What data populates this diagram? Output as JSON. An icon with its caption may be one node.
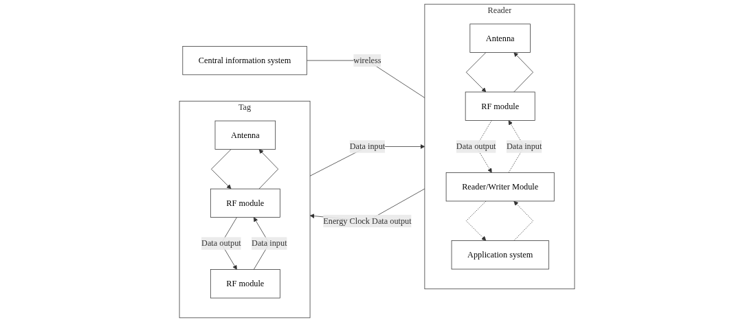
{
  "diagram": {
    "nodes": [
      {
        "text": [
          "Central information system"
        ]
      },
      {
        "text": [
          "Reader"
        ]
      },
      {
        "text": [
          "Antenna"
        ],
        "in": 1
      },
      {
        "text": [
          "RF module"
        ],
        "in": 1
      },
      {
        "text": [
          "Reader/Writer Module"
        ],
        "in": 1
      },
      {
        "text": [
          "Application system"
        ],
        "in": 1
      },
      {
        "text": [
          "Tag"
        ]
      },
      {
        "text": [
          "Antenna"
        ],
        "in": 6
      },
      {
        "text": [
          "RF module"
        ],
        "in": 6
      },
      {
        "text": [
          "RF module"
        ],
        "in": 6
      }
    ],
    "edges": [
      {
        "from": 0,
        "to": 1,
        "arrow": "none",
        "label": "wireless"
      },
      {
        "from": 2,
        "to": 3,
        "arrow": "to"
      },
      {
        "from": 3,
        "to": 2,
        "arrow": "to"
      },
      {
        "from": 3,
        "to": 4,
        "arrow": "to",
        "label": "Data output",
        "style": "dashed"
      },
      {
        "from": 4,
        "to": 3,
        "arrow": "to",
        "label": "Data input",
        "style": "dashed"
      },
      {
        "from": 4,
        "to": 5,
        "arrow": "to",
        "style": "dashed"
      },
      {
        "from": 5,
        "to": 4,
        "arrow": "to",
        "style": "dashed"
      },
      {
        "from": 1,
        "to": 6,
        "arrow": "to",
        "label": "Energy Clock Data output"
      },
      {
        "from": 6,
        "to": 1,
        "arrow": "to",
        "label": "Data input"
      },
      {
        "from": 7,
        "to": 8,
        "arrow": "to"
      },
      {
        "from": 8,
        "to": 7,
        "arrow": "to"
      },
      {
        "from": 8,
        "to": 9,
        "arrow": "to",
        "label": "Data output"
      },
      {
        "from": 9,
        "to": 8,
        "arrow": "to",
        "label": "Data input"
      }
    ]
  }
}
